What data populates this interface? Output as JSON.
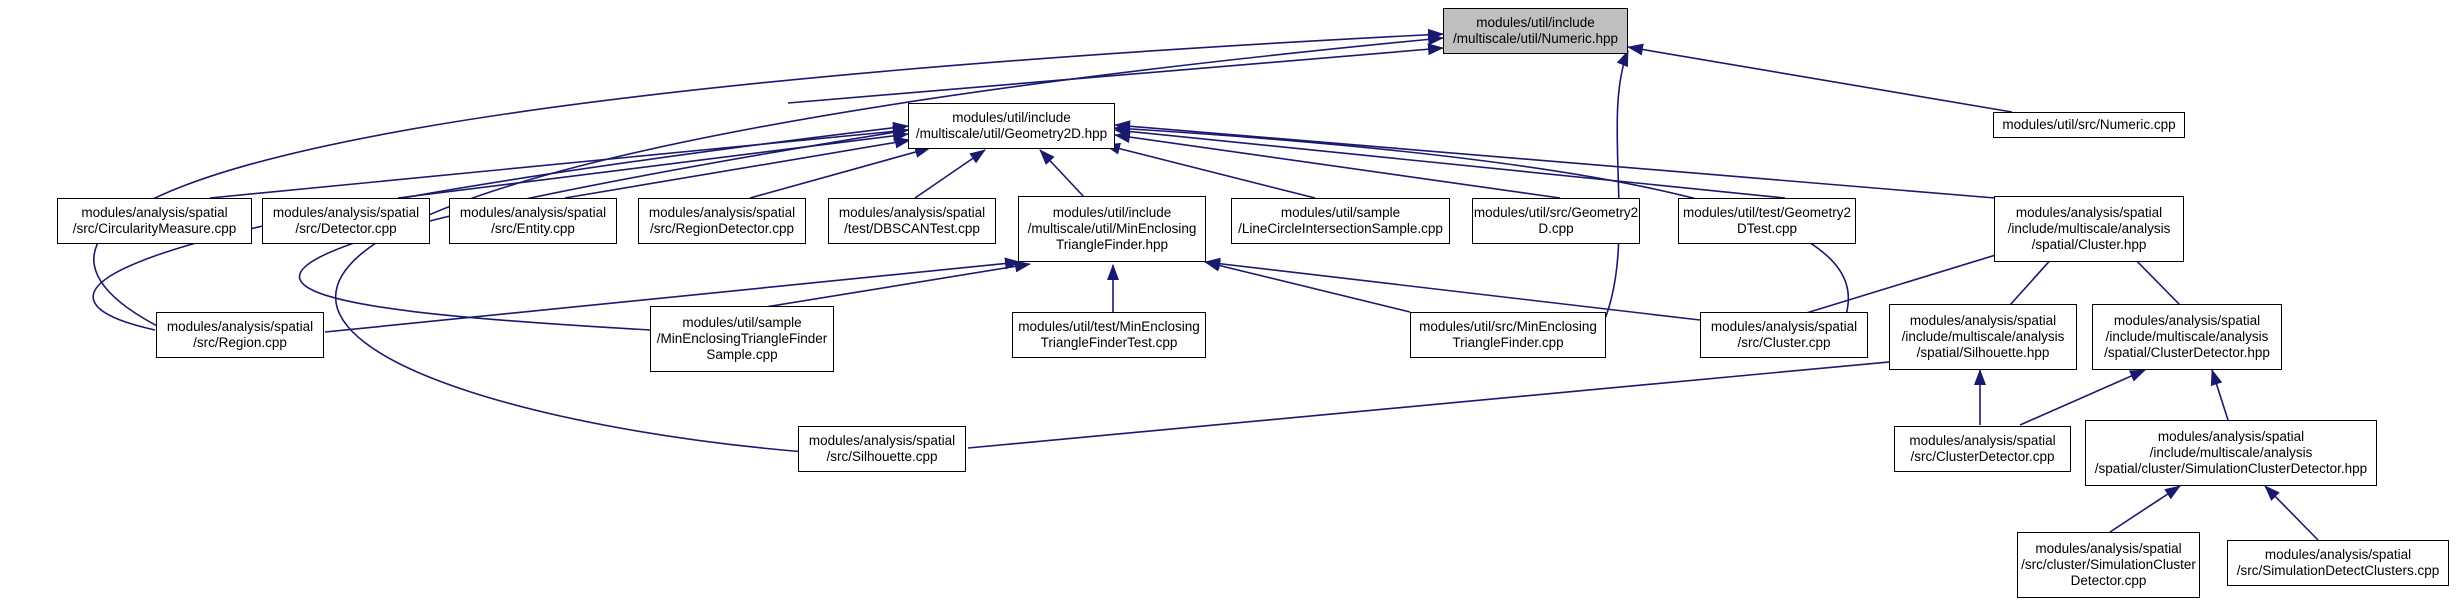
{
  "colors": {
    "edge": "#191970",
    "node_border": "#000000",
    "root_fill": "#bfbfbf"
  },
  "nodes": {
    "numeric_hpp": "modules/util/include\n/multiscale/util/Numeric.hpp",
    "numeric_cpp": "modules/util/src/Numeric.cpp",
    "geometry2d_hpp": "modules/util/include\n/multiscale/util/Geometry2D.hpp",
    "circularity_cpp": "modules/analysis/spatial\n/src/CircularityMeasure.cpp",
    "detector_cpp": "modules/analysis/spatial\n/src/Detector.cpp",
    "entity_cpp": "modules/analysis/spatial\n/src/Entity.cpp",
    "regiondetector_cpp": "modules/analysis/spatial\n/src/RegionDetector.cpp",
    "dbscantest_cpp": "modules/analysis/spatial\n/test/DBSCANTest.cpp",
    "minenclosing_hpp": "modules/util/include\n/multiscale/util/MinEnclosing\nTriangleFinder.hpp",
    "linecircle_cpp": "modules/util/sample\n/LineCircleIntersectionSample.cpp",
    "geometry2d_cpp": "modules/util/src/Geometry2\nD.cpp",
    "geometry2dtest_cpp": "modules/util/test/Geometry2\nDTest.cpp",
    "cluster_hpp": "modules/analysis/spatial\n/include/multiscale/analysis\n/spatial/Cluster.hpp",
    "region_cpp": "modules/analysis/spatial\n/src/Region.cpp",
    "mesample_cpp": "modules/util/sample\n/MinEnclosingTriangleFinder\nSample.cpp",
    "metest_cpp": "modules/util/test/MinEnclosing\nTriangleFinderTest.cpp",
    "mesrc_cpp": "modules/util/src/MinEnclosing\nTriangleFinder.cpp",
    "cluster_cpp": "modules/analysis/spatial\n/src/Cluster.cpp",
    "silhouette_hpp": "modules/analysis/spatial\n/include/multiscale/analysis\n/spatial/Silhouette.hpp",
    "clusterdetector_hpp": "modules/analysis/spatial\n/include/multiscale/analysis\n/spatial/ClusterDetector.hpp",
    "silhouette_cpp": "modules/analysis/spatial\n/src/Silhouette.cpp",
    "clusterdetector_cpp": "modules/analysis/spatial\n/src/ClusterDetector.cpp",
    "simclusterdetector_hpp": "modules/analysis/spatial\n/include/multiscale/analysis\n/spatial/cluster/SimulationClusterDetector.hpp",
    "simclusterdetector_cpp": "modules/analysis/spatial\n/src/cluster/SimulationCluster\nDetector.cpp",
    "simdetectclusters_cpp": "modules/analysis/spatial\n/src/SimulationDetectClusters.cpp"
  }
}
